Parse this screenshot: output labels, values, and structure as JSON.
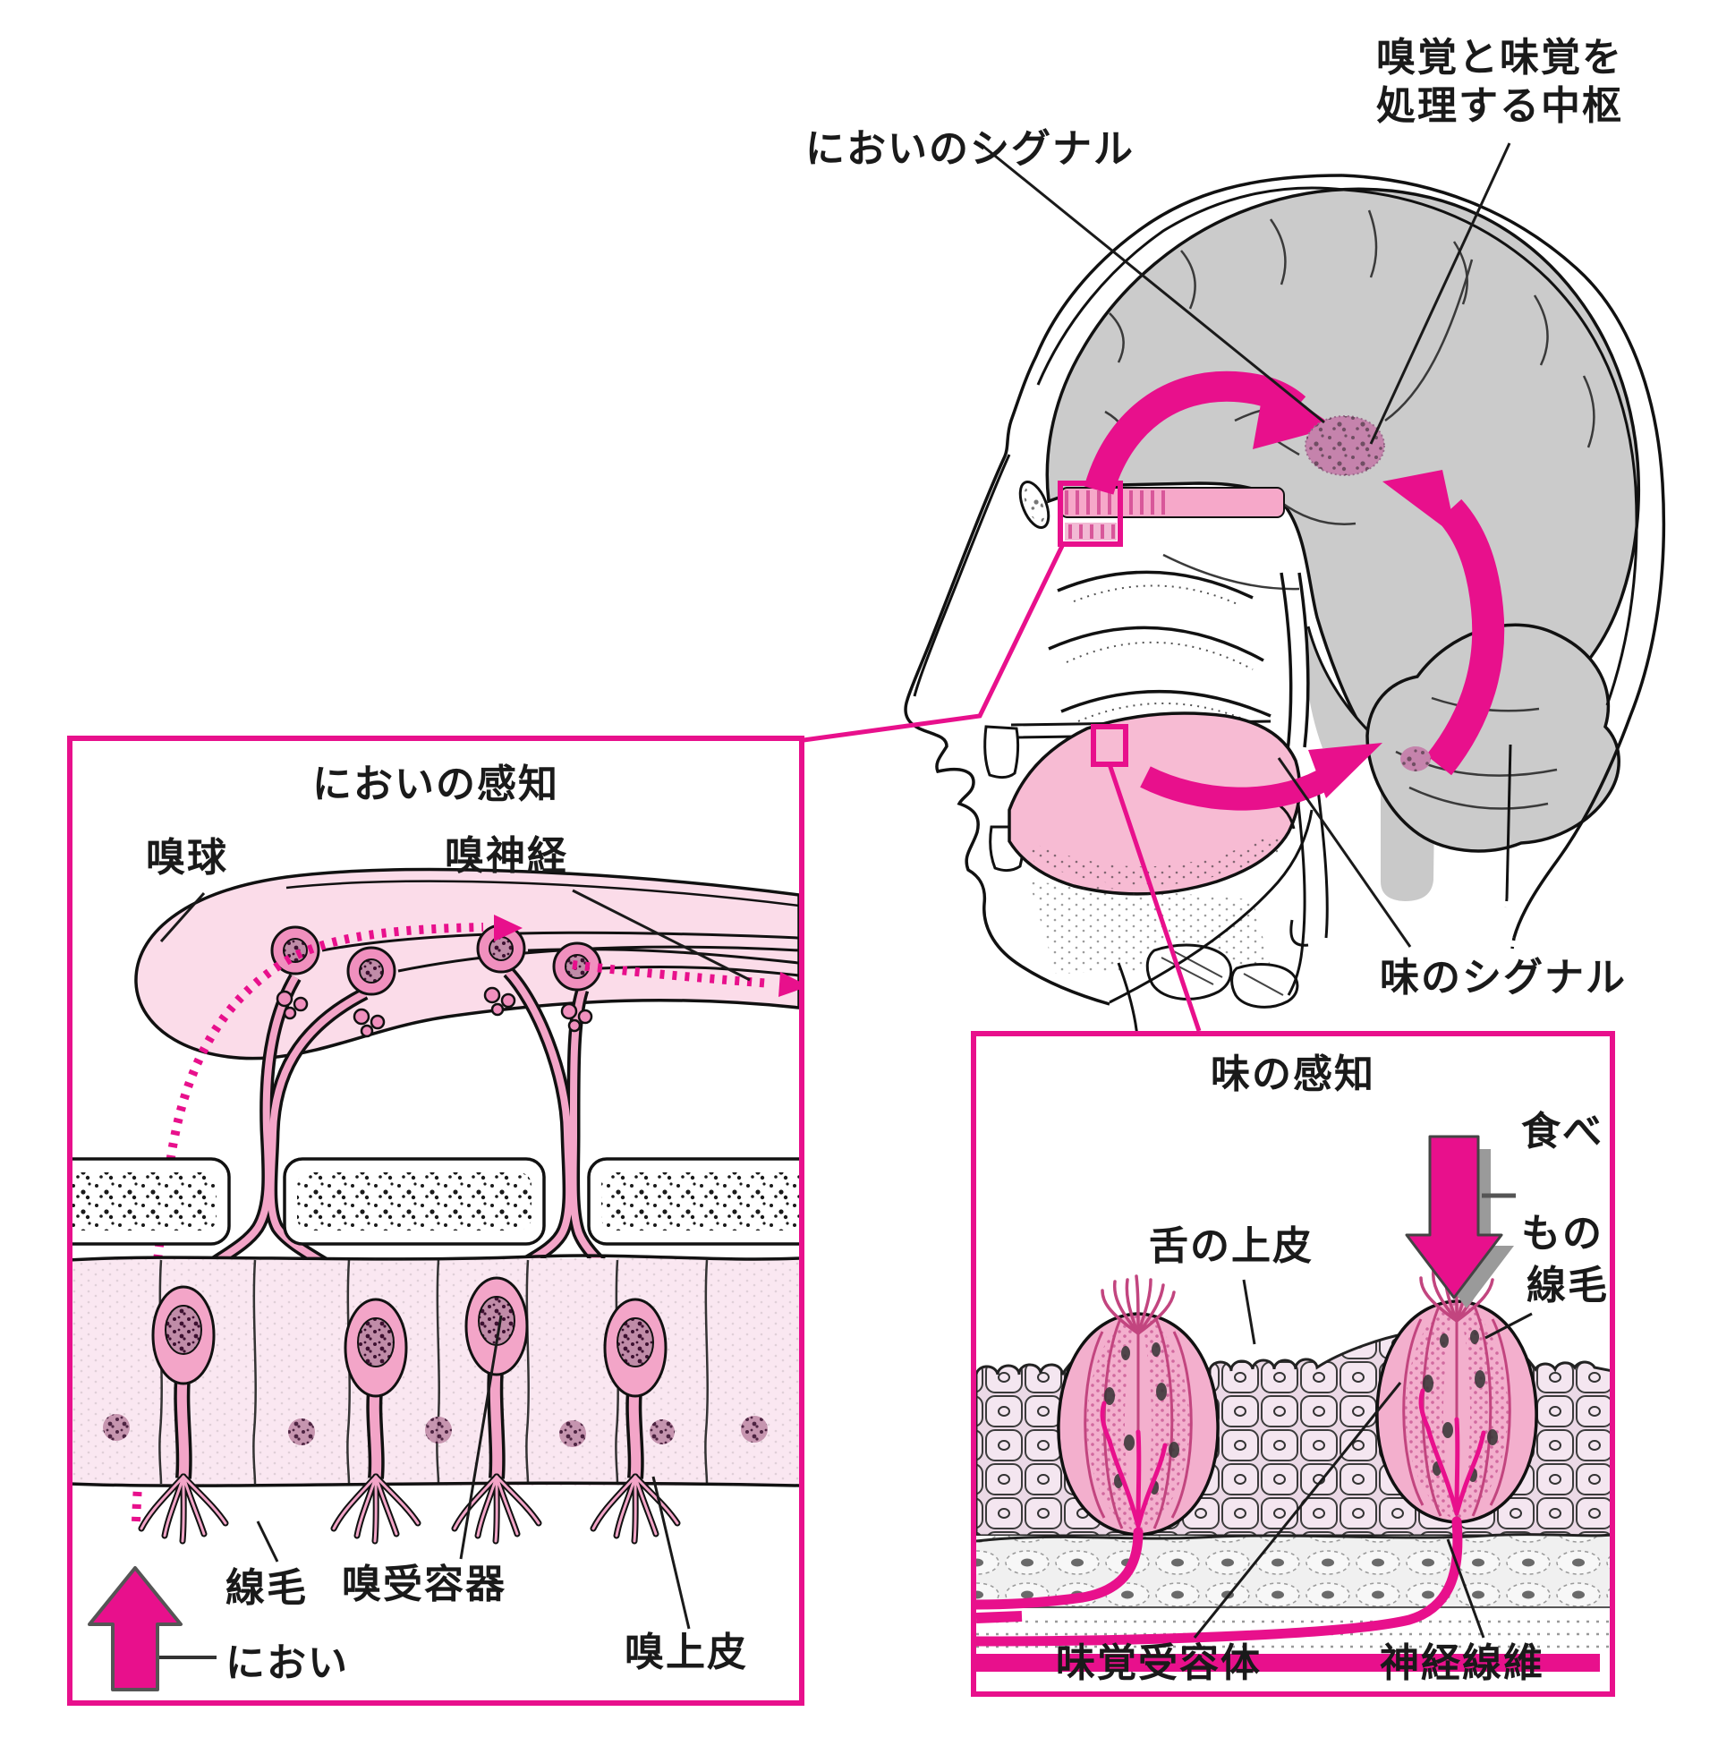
{
  "figure": {
    "head": {
      "smell_signal_label": "においのシグナル",
      "processing_center_label_line1": "嗅覚と味覚を",
      "processing_center_label_line2": "処理する中枢",
      "taste_signal_label": "味のシグナル"
    },
    "smell_inset": {
      "title": "においの感知",
      "olfactory_bulb_label": "嗅球",
      "olfactory_nerve_label": "嗅神経",
      "cilia_label": "線毛",
      "olfactory_receptor_label": "嗅受容器",
      "odor_label": "におい",
      "olfactory_epithelium_label": "嗅上皮"
    },
    "taste_inset": {
      "title": "味の感知",
      "food_label_line1": "食べ",
      "food_label_line2": "もの",
      "tongue_epithelium_label": "舌の上皮",
      "cilia_label": "線毛",
      "taste_receptor_label": "味覚受容体",
      "nerve_fiber_label": "神経線維"
    },
    "colors": {
      "accent_magenta": "#E8108C",
      "brain_gray": "#CBCBCB",
      "tongue_pink": "#F7BBD3",
      "bulb_pink": "#FBDCE9",
      "cell_pink": "#F3A5C8",
      "pale_pink": "#FAE7F1",
      "center_dot": "#C583AC",
      "ink": "#1A1A1A"
    }
  }
}
